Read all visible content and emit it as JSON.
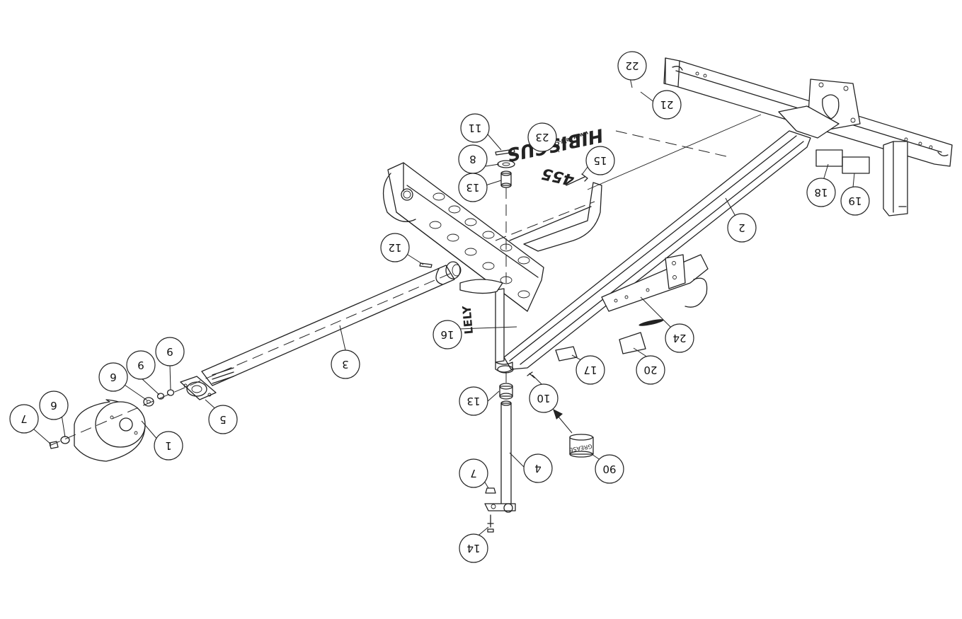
{
  "decal_brand": "HIBISCUS",
  "decal_model": "455",
  "decal_url": "www.lely.com",
  "decal_logo": "LELY",
  "grease_label": "GREASE",
  "callouts": [
    {
      "id": "c1",
      "label": "1"
    },
    {
      "id": "c2",
      "label": "2"
    },
    {
      "id": "c3",
      "label": "3"
    },
    {
      "id": "c4",
      "label": "4"
    },
    {
      "id": "c5",
      "label": "5"
    },
    {
      "id": "c6a",
      "label": "6"
    },
    {
      "id": "c6b",
      "label": "6"
    },
    {
      "id": "c7a",
      "label": "7"
    },
    {
      "id": "c7b",
      "label": "7"
    },
    {
      "id": "c8",
      "label": "8"
    },
    {
      "id": "c9a",
      "label": "9"
    },
    {
      "id": "c9b",
      "label": "9"
    },
    {
      "id": "c10",
      "label": "10"
    },
    {
      "id": "c11",
      "label": "11"
    },
    {
      "id": "c12",
      "label": "12"
    },
    {
      "id": "c13a",
      "label": "13"
    },
    {
      "id": "c13b",
      "label": "13"
    },
    {
      "id": "c14",
      "label": "14"
    },
    {
      "id": "c15",
      "label": "15"
    },
    {
      "id": "c16",
      "label": "16"
    },
    {
      "id": "c17",
      "label": "17"
    },
    {
      "id": "c18",
      "label": "18"
    },
    {
      "id": "c19",
      "label": "19"
    },
    {
      "id": "c20",
      "label": "20"
    },
    {
      "id": "c21",
      "label": "21"
    },
    {
      "id": "c22",
      "label": "22"
    },
    {
      "id": "c23",
      "label": "23"
    },
    {
      "id": "c24",
      "label": "24"
    },
    {
      "id": "c90",
      "label": "90"
    }
  ]
}
